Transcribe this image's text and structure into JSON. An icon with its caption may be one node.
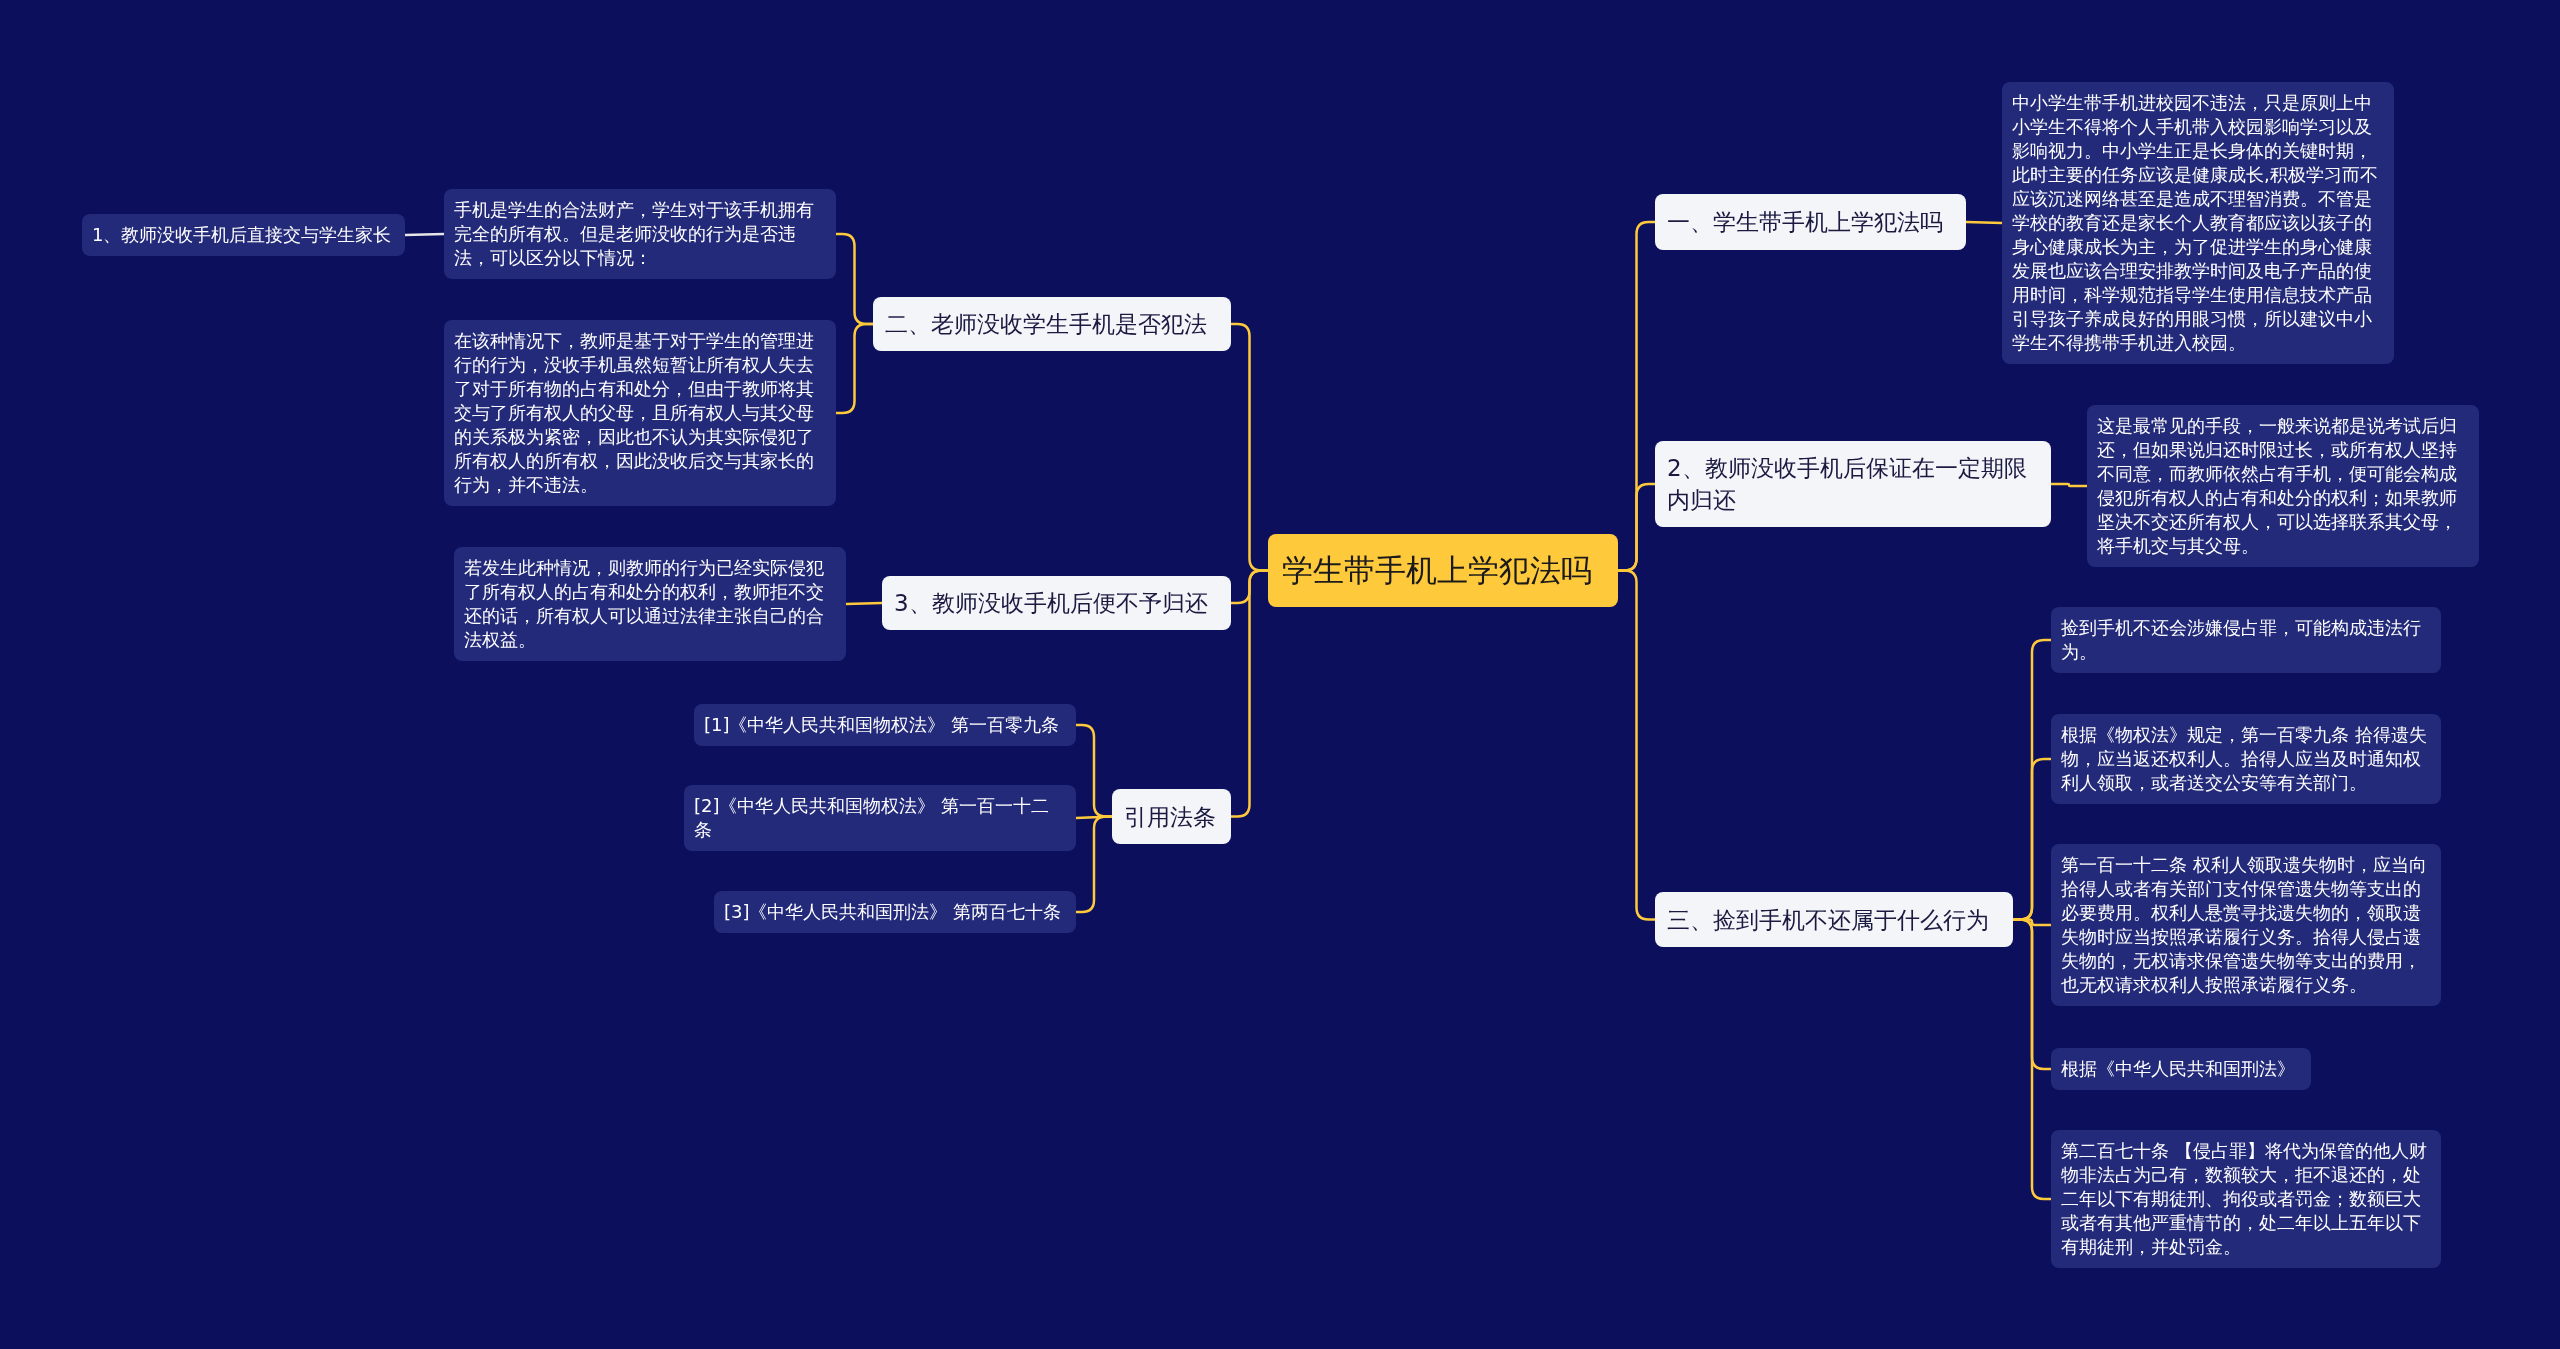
{
  "diagram": {
    "nodes": [
      {
        "text": [
          "学生带手机上学犯法吗"
        ]
      },
      {
        "text": [
          "一、学生带手机上学犯法吗"
        ]
      },
      {
        "text": [
          "中小学生带手机进校园不违法，只是原则上中小学生不得将个人手机带入校园影响学习以及影响视力。中小学生正是长身体的关键时期，此时主要的任务应该是健康成长,积极学习而不应该沉迷网络甚至是造成不理智消费。不管是学校的教育还是家长个人教育都应该以孩子的身心健康成长为主，为了促进学生的身心健康发展也应该合理安排教学时间及电子产品的使用时间，科学规范指导学生使用信息技术产品引导孩子养成良好的用眼习惯，所以建议中小学生不得携带手机进入校园。"
        ]
      },
      {
        "text": [
          "2、教师没收手机后保证在一定期限内归还"
        ]
      },
      {
        "text": [
          "这是最常见的手段，一般来说都是说考试后归还，但如果说归还时限过长，或所有权人坚持不同意，而教师依然占有手机，便可能会构成侵犯所有权人的占有和处分的权利；如果教师坚决不交还所有权人，可以选择联系其父母，将手机交与其父母。"
        ]
      },
      {
        "text": [
          "三、捡到手机不还属于什么行为"
        ]
      },
      {
        "text": [
          "捡到手机不还会涉嫌侵占罪，可能构成违法行为。"
        ]
      },
      {
        "text": [
          "根据《物权法》规定，第一百零九条 拾得遗失物，应当返还权利人。拾得人应当及时通知权利人领取，或者送交公安等有关部门。"
        ]
      },
      {
        "text": [
          "第一百一十二条 权利人领取遗失物时，应当向拾得人或者有关部门支付保管遗失物等支出的必要费用。权利人悬赏寻找遗失物的，领取遗失物时应当按照承诺履行义务。拾得人侵占遗失物的，无权请求保管遗失物等支出的费用，也无权请求权利人按照承诺履行义务。"
        ]
      },
      {
        "text": [
          "根据《中华人民共和国刑法》"
        ]
      },
      {
        "text": [
          "第二百七十条 【侵占罪】将代为保管的他人财物非法占为己有，数额较大，拒不退还的，处二年以下有期徒刑、拘役或者罚金；数额巨大或者有其他严重情节的，处二年以上五年以下有期徒刑，并处罚金。"
        ]
      },
      {
        "text": [
          "二、老师没收学生手机是否犯法"
        ]
      },
      {
        "text": [
          "手机是学生的合法财产，学生对于该手机拥有完全的所有权。但是老师没收的行为是否违法，可以区分以下情况："
        ]
      },
      {
        "text": [
          "1、教师没收手机后直接交与学生家长"
        ]
      },
      {
        "text": [
          "在该种情况下，教师是基于对于学生的管理进行的行为，没收手机虽然短暂让所有权人失去了对于所有物的占有和处分，但由于教师将其交与了所有权人的父母，且所有权人与其父母的关系极为紧密，因此也不认为其实际侵犯了所有权人的所有权，因此没收后交与其家长的行为，并不违法。"
        ]
      },
      {
        "text": [
          "3、教师没收手机后便不予归还"
        ]
      },
      {
        "text": [
          "若发生此种情况，则教师的行为已经实际侵犯了所有权人的占有和处分的权利，教师拒不交还的话，所有权人可以通过法律主张自己的合法权益。"
        ]
      },
      {
        "text": [
          "引用法条"
        ]
      },
      {
        "text": [
          "[1]《中华人民共和国物权法》 第一百零九条"
        ]
      },
      {
        "text": [
          "[2]《中华人民共和国物权法》 第一百一十二条"
        ]
      },
      {
        "text": [
          "[3]《中华人民共和国刑法》 第两百七十条"
        ]
      }
    ],
    "edges": [
      {
        "from": 0,
        "to": 1,
        "arrow": "none"
      },
      {
        "from": 1,
        "to": 2,
        "arrow": "none"
      },
      {
        "from": 0,
        "to": 3,
        "arrow": "none"
      },
      {
        "from": 3,
        "to": 4,
        "arrow": "none"
      },
      {
        "from": 0,
        "to": 5,
        "arrow": "none"
      },
      {
        "from": 5,
        "to": 6,
        "arrow": "none"
      },
      {
        "from": 5,
        "to": 7,
        "arrow": "none"
      },
      {
        "from": 5,
        "to": 8,
        "arrow": "none"
      },
      {
        "from": 5,
        "to": 9,
        "arrow": "none"
      },
      {
        "from": 5,
        "to": 10,
        "arrow": "none"
      },
      {
        "from": 0,
        "to": 11,
        "arrow": "none"
      },
      {
        "from": 11,
        "to": 12,
        "arrow": "none"
      },
      {
        "from": 12,
        "to": 13,
        "arrow": "none",
        "color": "#e6e6e6"
      },
      {
        "from": 11,
        "to": 14,
        "arrow": "none"
      },
      {
        "from": 0,
        "to": 15,
        "arrow": "none"
      },
      {
        "from": 15,
        "to": 16,
        "arrow": "none"
      },
      {
        "from": 0,
        "to": 17,
        "arrow": "none"
      },
      {
        "from": 17,
        "to": 18,
        "arrow": "none"
      },
      {
        "from": 17,
        "to": 19,
        "arrow": "none"
      },
      {
        "from": 17,
        "to": 20,
        "arrow": "none"
      }
    ]
  }
}
